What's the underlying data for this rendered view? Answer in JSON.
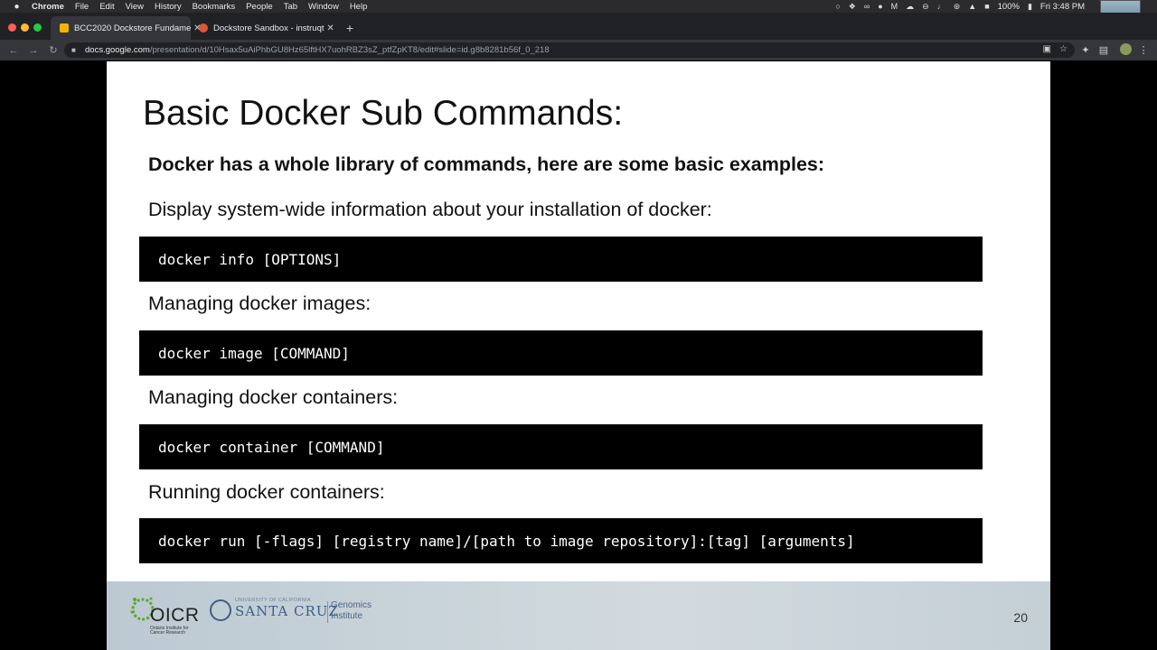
{
  "menubar": {
    "apple_icon": "",
    "items": [
      "Chrome",
      "File",
      "Edit",
      "View",
      "History",
      "Bookmarks",
      "People",
      "Tab",
      "Window",
      "Help"
    ],
    "status_icons": [
      "airdrop-icon",
      "dropbox-icon",
      "glasses-icon",
      "u-icon",
      "malwarebytes-icon",
      "cloud-icon",
      "dnd-icon",
      "volume-icon",
      "bluetooth-icon",
      "wifi-icon",
      "flag-icon"
    ],
    "battery": "100%",
    "clock": "Fri 3:48 PM"
  },
  "tabs": [
    {
      "label": "BCC2020 Dockstore Fundame",
      "favicon_color": "#f4b400",
      "active": true
    },
    {
      "label": "Dockstore Sandbox - instruqt",
      "favicon_color": "#e2543c",
      "active": false
    }
  ],
  "address": {
    "host": "docs.google.com",
    "path": "/presentation/d/10Hsax5uAiPhbGU8Hz65lftHX7uohRBZ3sZ_ptfZpKT8/edit#slide=id.g8b8281b56f_0_218"
  },
  "slide": {
    "title": "Basic Docker Sub Commands:",
    "subtitle": "Docker has a whole library of commands, here are some basic examples:",
    "sections": [
      {
        "description": "Display system-wide information about your installation of docker:",
        "command": "docker info [OPTIONS]"
      },
      {
        "description": "Managing docker images:",
        "command": "docker image [COMMAND]"
      },
      {
        "description": "Managing docker containers:",
        "command": "docker container [COMMAND]"
      },
      {
        "description": "Running docker containers:",
        "command": "docker run [-flags] [registry name]/[path to image repository]:[tag] [arguments]"
      }
    ],
    "footer": {
      "oicr_name": "OICR",
      "oicr_sub": "Ontario Institute for Cancer Research",
      "ucsc_univ": "UNIVERSITY OF CALIFORNIA",
      "ucsc_name": "SANTA CRUZ",
      "ucsc_dept": "Genomics\nInstitute"
    },
    "number": "20"
  },
  "colors": {
    "brand_green": "#5aa832",
    "ucsc_blue": "#3e5e86",
    "code_bg": "#000000"
  }
}
